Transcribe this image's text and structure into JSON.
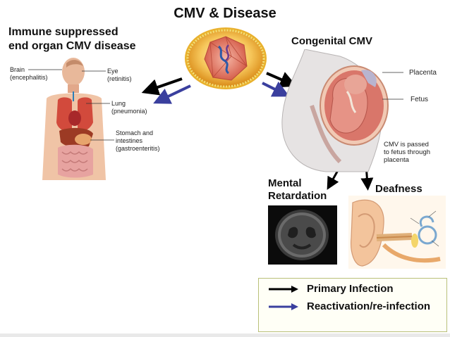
{
  "title": "CMV & Disease",
  "left_panel": {
    "heading_line1": "Immune suppressed",
    "heading_line2": "end organ CMV disease",
    "labels": {
      "brain": "Brain",
      "brain_sub": "(encephalitis)",
      "eye": "Eye",
      "eye_sub": "(retinitis)",
      "lung": "Lung",
      "lung_sub": "(pneumonia)",
      "stomach1": "Stomach and",
      "stomach2": "intestines",
      "stomach3": "(gastroenteritis)"
    }
  },
  "right_panel": {
    "heading": "Congenital CMV",
    "labels": {
      "placenta": "Placenta",
      "fetus": "Fetus",
      "passed1": "CMV is passed",
      "passed2": "to fetus through",
      "passed3": "placenta"
    }
  },
  "outcomes": {
    "mental1": "Mental",
    "mental2": "Retardation",
    "deafness": "Deafness"
  },
  "legend": {
    "primary": "Primary Infection",
    "reactivation": "Reactivation/re-infection"
  },
  "colors": {
    "primary_arrow": "#000000",
    "reactivation_arrow": "#3a3f9e",
    "legend_border": "#b9c07a"
  }
}
